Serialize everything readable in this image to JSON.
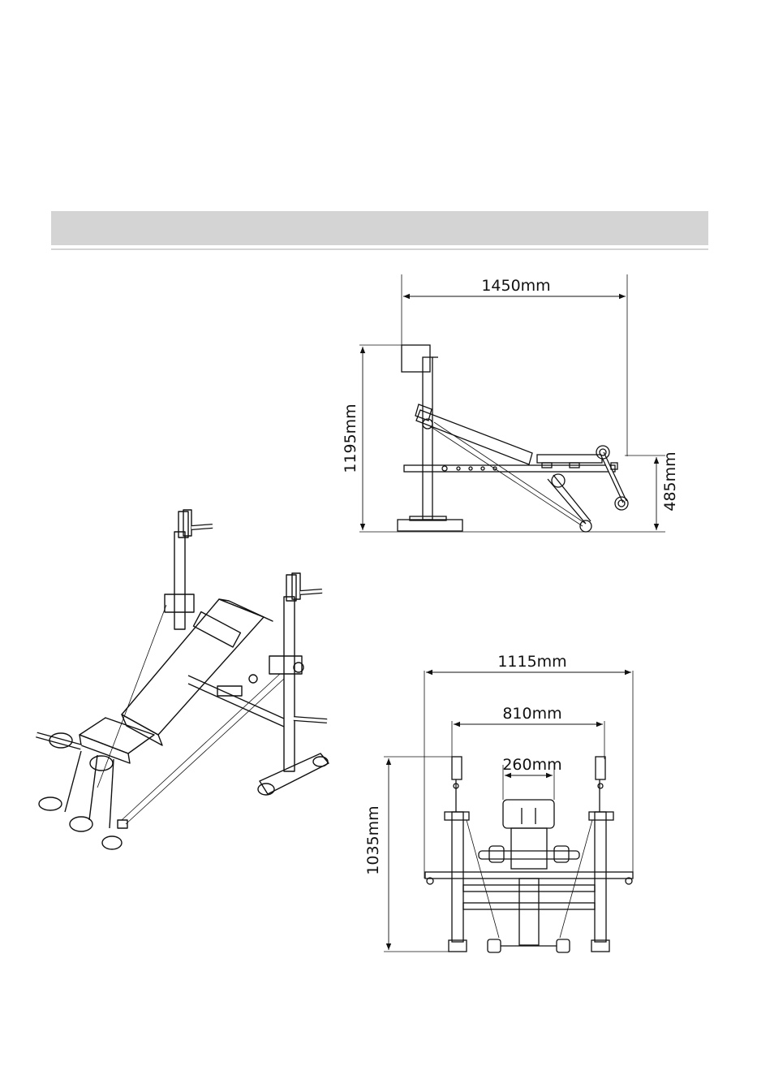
{
  "dimensions": {
    "side_length": "1450mm",
    "side_height": "1195mm",
    "seat_height": "485mm",
    "front_outer_width": "1115mm",
    "front_upright_width": "810mm",
    "front_seat_width": "260mm",
    "front_height": "1035mm"
  },
  "colors": {
    "header_bar": "#d4d4d4",
    "line": "#111111"
  }
}
